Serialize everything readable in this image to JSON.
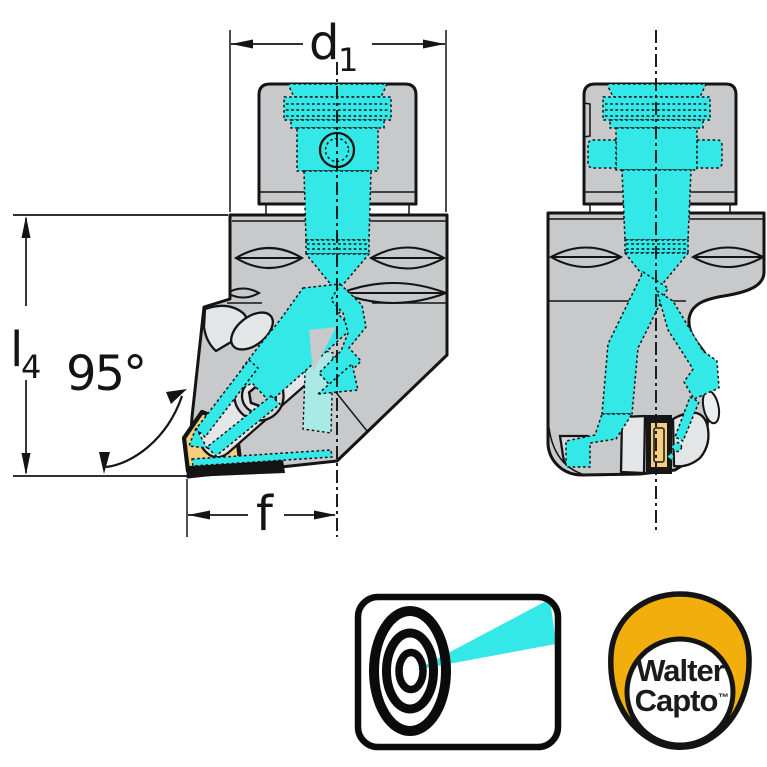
{
  "drawing": {
    "title": "turning-tool-holder-technical-drawing",
    "dimensions": {
      "d1": {
        "base": "d",
        "sub": "1"
      },
      "l4": {
        "base": "l",
        "sub": "4"
      },
      "f": {
        "label": "f"
      },
      "approach_angle": {
        "value": "95°"
      }
    }
  },
  "logos": {
    "precision_coolant": {
      "icon": "precision-coolant-icon"
    },
    "walter_capto": {
      "line1": "Walter",
      "line2": "Capto",
      "tm": "™"
    }
  },
  "colors": {
    "coolant_cyan": "#35E8E8",
    "coolant_light": "#A9EAE6",
    "insert_orange": "#F6CE7E",
    "body_gray": "#C8C9CA",
    "clamp_gray": "#E4E5E6",
    "line_black": "#141414",
    "logo_yellow": "#F2AE0C"
  }
}
